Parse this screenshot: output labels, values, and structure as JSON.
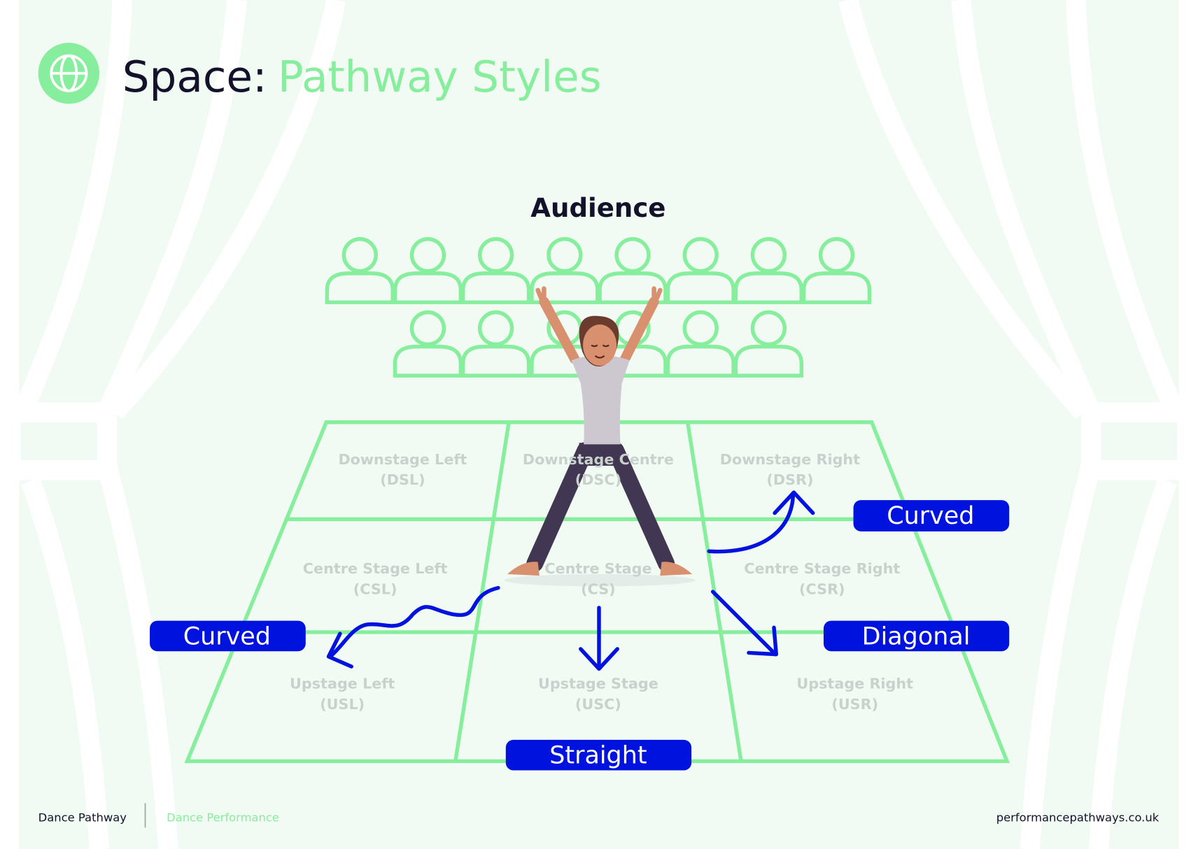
{
  "header": {
    "title_prefix": "Space:",
    "title_accent": "Pathway Styles",
    "icon": "globe-icon"
  },
  "audience_label": "Audience",
  "stage_cells": [
    {
      "name": "Downstage Left",
      "abbr": "(DSL)"
    },
    {
      "name": "Downstage Centre",
      "abbr": "(DSC)"
    },
    {
      "name": "Downstage Right",
      "abbr": "(DSR)"
    },
    {
      "name": "Centre Stage Left",
      "abbr": "(CSL)"
    },
    {
      "name": "Centre Stage",
      "abbr": "(CS)"
    },
    {
      "name": "Centre Stage Right",
      "abbr": "(CSR)"
    },
    {
      "name": "Upstage Left",
      "abbr": "(USL)"
    },
    {
      "name": "Upstage Stage",
      "abbr": "(USC)"
    },
    {
      "name": "Upstage Right",
      "abbr": "(USR)"
    }
  ],
  "pathways": {
    "curved_right": "Curved",
    "curved_left": "Curved",
    "diagonal": "Diagonal",
    "straight": "Straight"
  },
  "footer": {
    "left": "Dance Pathway",
    "middle": "Dance Performance",
    "right": "performancepathways.co.uk"
  },
  "colors": {
    "green": "#86ee9c",
    "blue": "#0012de",
    "dark": "#14112a",
    "background": "#f1fbf4"
  }
}
